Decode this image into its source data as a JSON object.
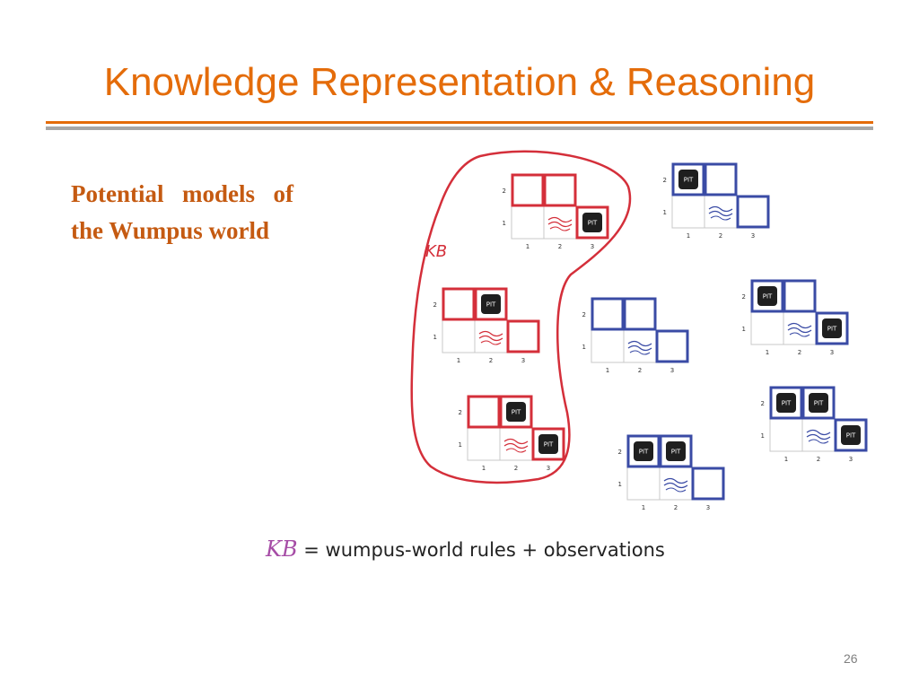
{
  "slide": {
    "title": "Knowledge Representation & Reasoning",
    "side_text": "Potential models of the Wumpus world",
    "page_number": "26"
  },
  "figure": {
    "kb_label": "KB",
    "caption": {
      "kb": "KB",
      "text": "= wumpus-world rules + observations"
    },
    "row_labels": [
      "1",
      "2"
    ],
    "col_labels": [
      "1",
      "2",
      "3"
    ],
    "pit_label": "PIT",
    "colors": {
      "kb": "#D42F3A",
      "model": "#3A4BA5",
      "pit": "#1F1F1F"
    },
    "models": [
      {
        "in_kb": true,
        "pits": [
          "1,3"
        ]
      },
      {
        "in_kb": false,
        "pits": [
          "2,1"
        ]
      },
      {
        "in_kb": true,
        "pits": [
          "2,2"
        ]
      },
      {
        "in_kb": false,
        "pits": []
      },
      {
        "in_kb": false,
        "pits": [
          "2,1",
          "1,3"
        ]
      },
      {
        "in_kb": true,
        "pits": [
          "2,2",
          "1,3"
        ]
      },
      {
        "in_kb": false,
        "pits": [
          "2,1",
          "2,2"
        ]
      },
      {
        "in_kb": false,
        "pits": [
          "2,1",
          "2,2",
          "1,3"
        ]
      }
    ]
  }
}
